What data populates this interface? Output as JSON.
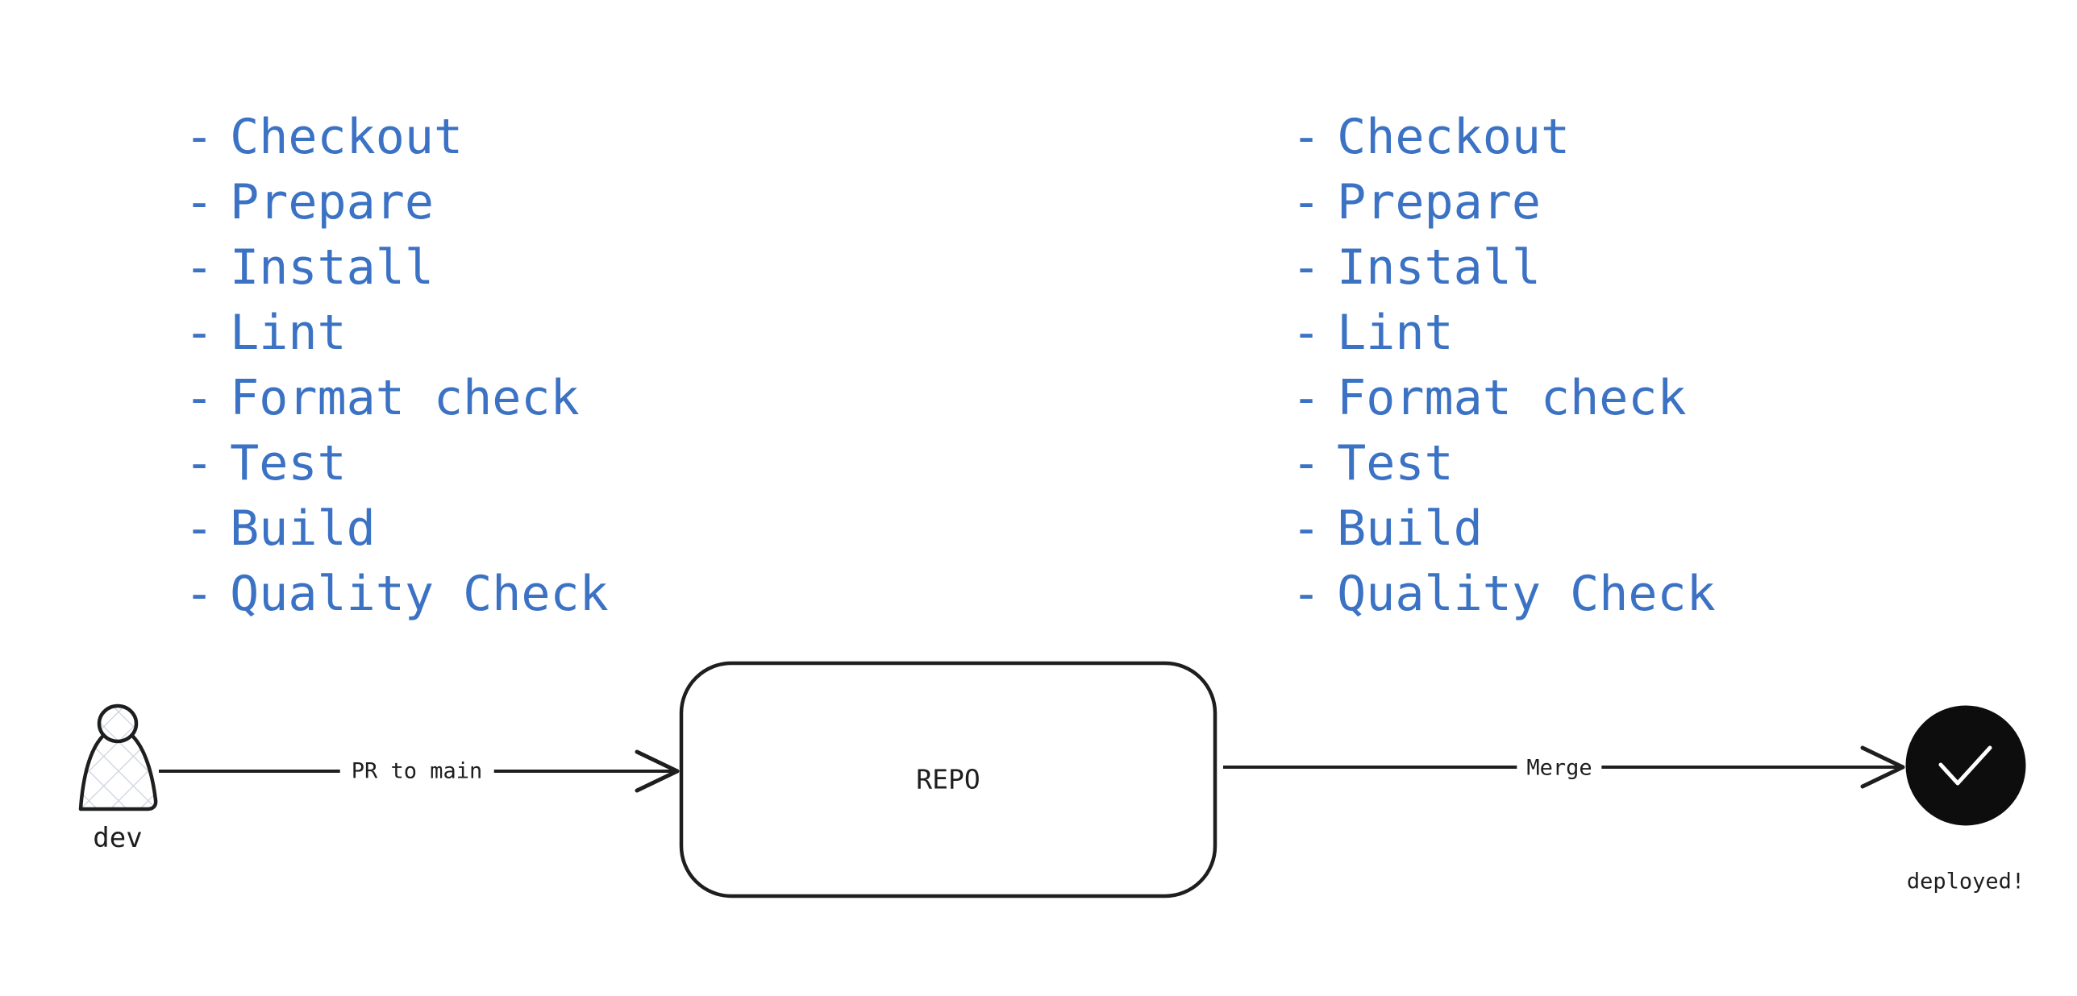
{
  "colors": {
    "background": "#ffffff",
    "ink": "#1e1e1e",
    "checklist_text": "#3b72c4",
    "hatch_fill_lines": "#ccd3dd",
    "deployed_circle_fill": "#0d0d0d",
    "checkmark": "#ffffff"
  },
  "checklists": {
    "bullet": "-",
    "left": {
      "items": [
        "Checkout",
        "Prepare",
        "Install",
        "Lint",
        "Format check",
        "Test",
        "Build",
        "Quality Check"
      ]
    },
    "right": {
      "items": [
        "Checkout",
        "Prepare",
        "Install",
        "Lint",
        "Format check",
        "Test",
        "Build",
        "Quality Check"
      ]
    }
  },
  "flow": {
    "actor": {
      "icon": "person-icon",
      "label": "dev"
    },
    "arrow1": {
      "label": "PR to main"
    },
    "repo_node": {
      "label": "REPO"
    },
    "arrow2": {
      "label": "Merge"
    },
    "result": {
      "icon": "check-circle-icon",
      "label": "deployed!"
    }
  }
}
